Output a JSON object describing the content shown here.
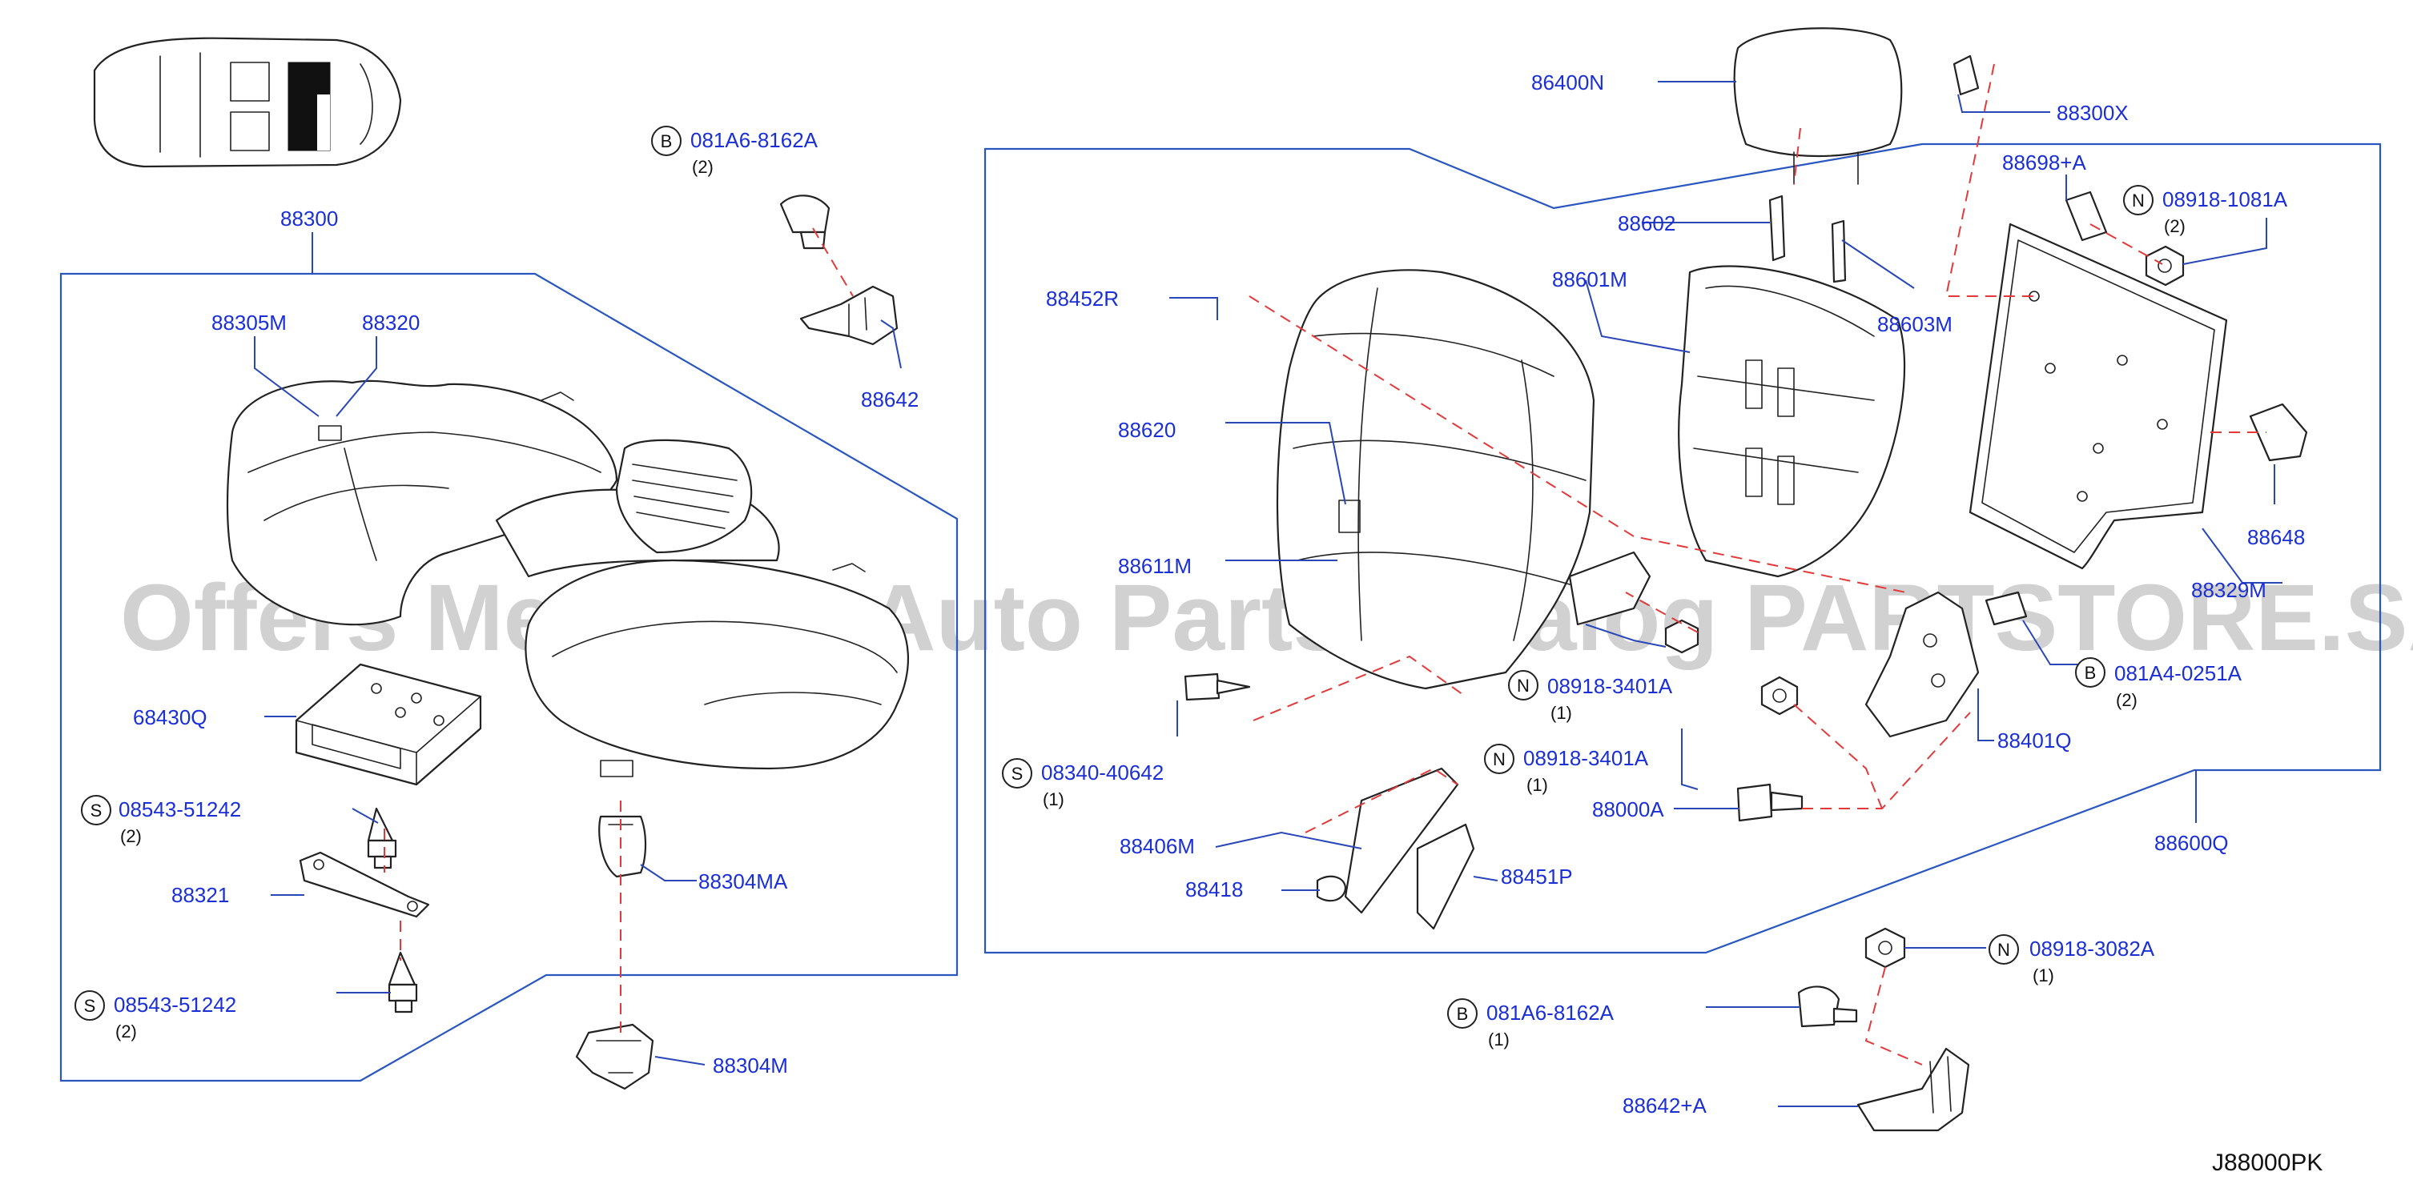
{
  "diagram_code": "J88000PK",
  "watermark": "Offers Merchant Auto Parts Catalog PARTSTORE.SA",
  "colors": {
    "label": "#1a2fd6",
    "leader": "#2a47b8",
    "dashed": "#e23a3a",
    "line": "#222222"
  },
  "labels": {
    "l88300": "88300",
    "l88305M": "88305M",
    "l88320": "88320",
    "l68430Q": "68430Q",
    "l08543a": "08543-51242",
    "l08543a_qty": "(2)",
    "l88321": "88321",
    "l08543b": "08543-51242",
    "l08543b_qty": "(2)",
    "l081A6a": "081A6-8162A",
    "l081A6a_qty": "(2)",
    "l88642": "88642",
    "l88304MA": "88304MA",
    "l88304M": "88304M",
    "l86400N": "86400N",
    "l88300X": "88300X",
    "l88452R": "88452R",
    "l88602": "88602",
    "l88601M": "88601M",
    "l88603M": "88603M",
    "l88698A": "88698+A",
    "l08918_1081": "08918-1081A",
    "l08918_1081_qty": "(2)",
    "l88620": "88620",
    "l88611M": "88611M",
    "l88648": "88648",
    "l88329M": "88329M",
    "l08918_3401a": "08918-3401A",
    "l08918_3401a_qty": "(1)",
    "l081A4": "081A4-0251A",
    "l081A4_qty": "(2)",
    "l08340": "08340-40642",
    "l08340_qty": "(1)",
    "l08918_3401b": "08918-3401A",
    "l08918_3401b_qty": "(1)",
    "l88401Q": "88401Q",
    "l88000A": "88000A",
    "l88406M": "88406M",
    "l88418": "88418",
    "l88451P": "88451P",
    "l88600Q": "88600Q",
    "l08918_3082": "08918-3082A",
    "l08918_3082_qty": "(1)",
    "l081A6b": "081A6-8162A",
    "l081A6b_qty": "(1)",
    "l88642A": "88642+A"
  },
  "badges": {
    "S": "S",
    "B": "B",
    "N": "N"
  },
  "icons": {
    "car_locator": "car-locator-icon",
    "bolt": "bolt-icon",
    "nut": "nut-icon",
    "screw": "screw-icon",
    "clip": "clip-icon"
  }
}
